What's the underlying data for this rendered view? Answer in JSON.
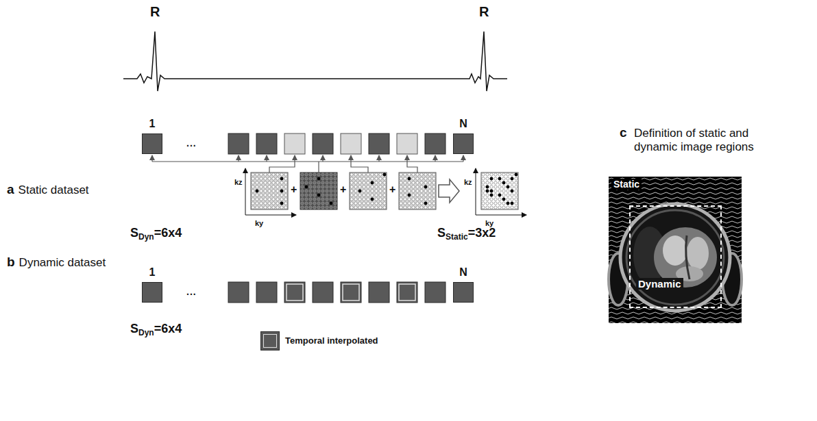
{
  "diagram": {
    "nodes": [
      {
        "text": [
          "1"
        ]
      },
      {
        "text": [
          "N"
        ]
      },
      {
        "text": [
          "1"
        ]
      },
      {
        "text": [
          "N"
        ]
      },
      {
        "text": [
          "Static"
        ]
      },
      {
        "text": [
          "Dynamic"
        ],
        "in": 4
      }
    ],
    "labels": [
      "R",
      "R",
      "...",
      "a",
      "Static dataset",
      "kz",
      "ky",
      "+",
      "+",
      "+",
      "kz",
      "ky",
      "S",
      "Dyn",
      "=6x4",
      "S",
      "Static",
      "=3x2",
      "b",
      "Dynamic dataset",
      "...",
      "S",
      "Dyn",
      "=6x4",
      "c",
      "Definition of static and dynamic image regions"
    ],
    "legend": [
      {
        "text": "Temporal interpolated"
      }
    ]
  }
}
